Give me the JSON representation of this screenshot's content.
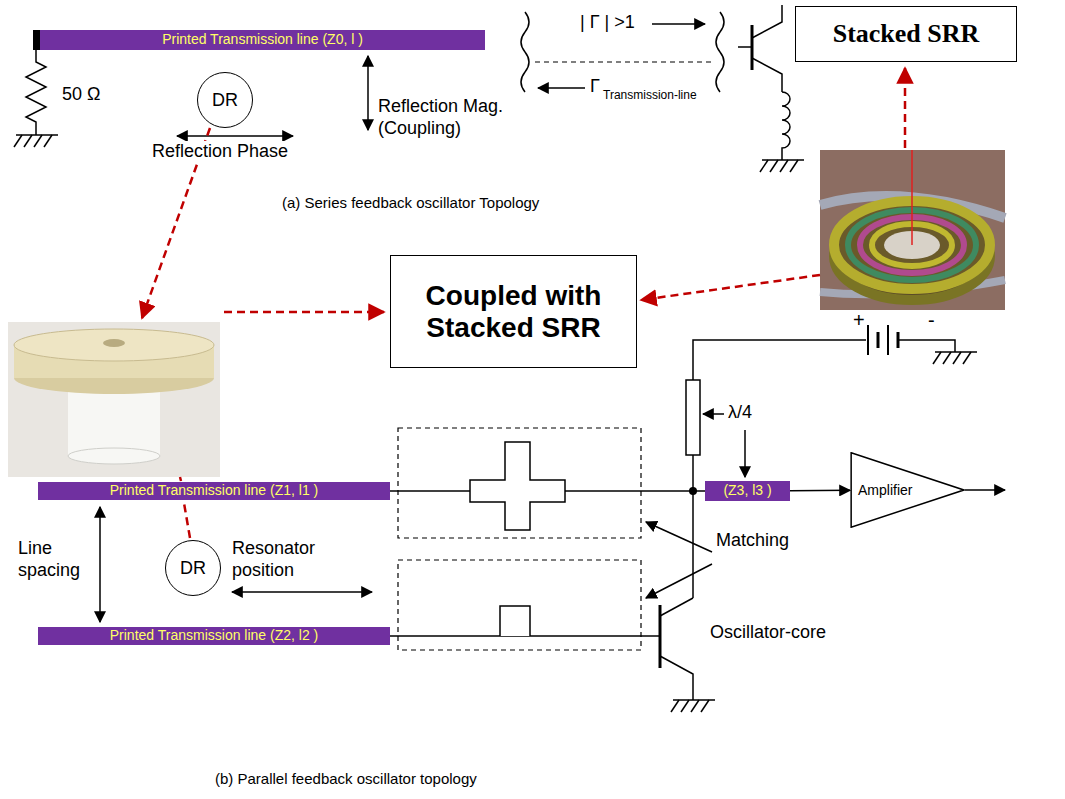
{
  "diagram": {
    "nodes": [
      {
        "text": [
          "Printed Transmission line (Z0, l )"
        ]
      },
      {
        "text": [
          "DR"
        ]
      },
      {
        "text": [
          "Stacked SRR"
        ]
      },
      {
        "text": [
          "Coupled with Stacked SRR"
        ]
      },
      {
        "text": [
          "Printed Transmission line (Z1, l1 )"
        ]
      },
      {
        "text": [
          "DR"
        ]
      },
      {
        "text": [
          "Printed Transmission line (Z2, l2 )"
        ]
      },
      {
        "text": [
          "(Z3, l3 )"
        ]
      },
      {
        "text": [
          "Amplifier"
        ]
      }
    ],
    "edges": [
      {
        "from": 7,
        "to": 8,
        "arrow": "to"
      }
    ],
    "labels": [
      "50 Ω",
      "| Γ | >1",
      "Γ",
      "Transmission-line",
      "Reflection Mag. (Coupling)",
      "Reflection Phase",
      "(a) Series feedback oscillator Topology",
      "+",
      "-",
      "λ/4",
      "Line spacing",
      "Resonator position",
      "Matching",
      "Oscillator-core",
      "(b) Parallel feedback oscillator topology"
    ]
  }
}
